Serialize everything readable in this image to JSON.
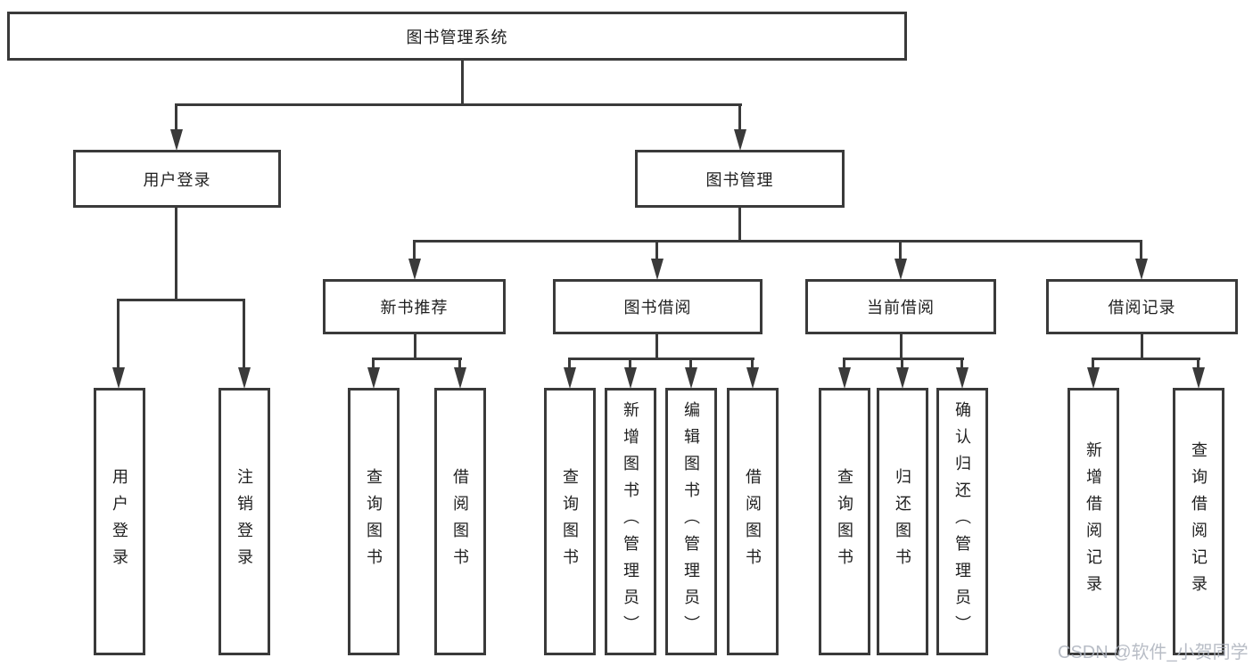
{
  "nodes": {
    "root": "图书管理系统",
    "user_login": "用户登录",
    "book_mgmt": "图书管理",
    "new_book": "新书推荐",
    "book_borrow": "图书借阅",
    "current_borrow": "当前借阅",
    "borrow_record": "借阅记录",
    "leaves": [
      "用户登录",
      "注销登录",
      "查询图书",
      "借阅图书",
      "查询图书",
      "新增图书（管理员）",
      "编辑图书（管理员）",
      "借阅图书",
      "查询图书",
      "归还图书",
      "确认归还（管理员）",
      "新增借阅记录",
      "查询借阅记录"
    ],
    "hierarchy": {
      "图书管理系统": [
        "用户登录",
        "图书管理"
      ],
      "用户登录": [
        "用户登录",
        "注销登录"
      ],
      "图书管理": [
        "新书推荐",
        "图书借阅",
        "当前借阅",
        "借阅记录"
      ],
      "新书推荐": [
        "查询图书",
        "借阅图书"
      ],
      "图书借阅": [
        "查询图书",
        "新增图书（管理员）",
        "编辑图书（管理员）",
        "借阅图书"
      ],
      "当前借阅": [
        "查询图书",
        "归还图书",
        "确认归还（管理员）"
      ],
      "借阅记录": [
        "新增借阅记录",
        "查询借阅记录"
      ]
    }
  },
  "watermark": "CSDN @软件_小贺同学",
  "colors": {
    "line": "#3a3a3a",
    "text": "#1f1f1f",
    "background": "#ffffff",
    "watermark": "#acb1bc"
  }
}
